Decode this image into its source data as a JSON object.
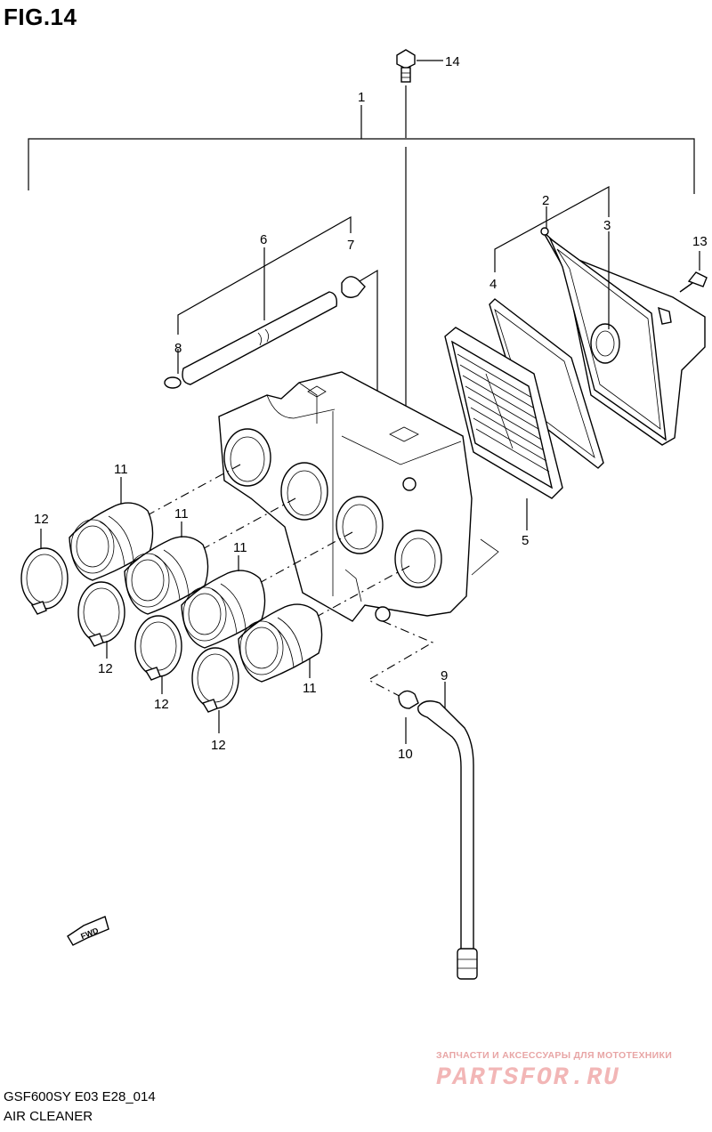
{
  "figure": {
    "title": "FIG.14"
  },
  "callouts": {
    "c1": "1",
    "c2": "2",
    "c3": "3",
    "c4": "4",
    "c5": "5",
    "c6": "6",
    "c7": "7",
    "c8": "8",
    "c9": "9",
    "c10": "10",
    "c11a": "11",
    "c11b": "11",
    "c11c": "11",
    "c11d": "11",
    "c12a": "12",
    "c12b": "12",
    "c12c": "12",
    "c12d": "12",
    "c13": "13",
    "c14": "14"
  },
  "fwd_label": "FWD",
  "watermark": {
    "tagline": "ЗАПЧАСТИ И АКСЕССУАРЫ ДЛЯ МОТОТЕХНИКИ",
    "logo": "PARTSFOR.RU"
  },
  "footer": {
    "model": "GSF600SY E03 E28_014",
    "name": "AIR CLEANER"
  }
}
